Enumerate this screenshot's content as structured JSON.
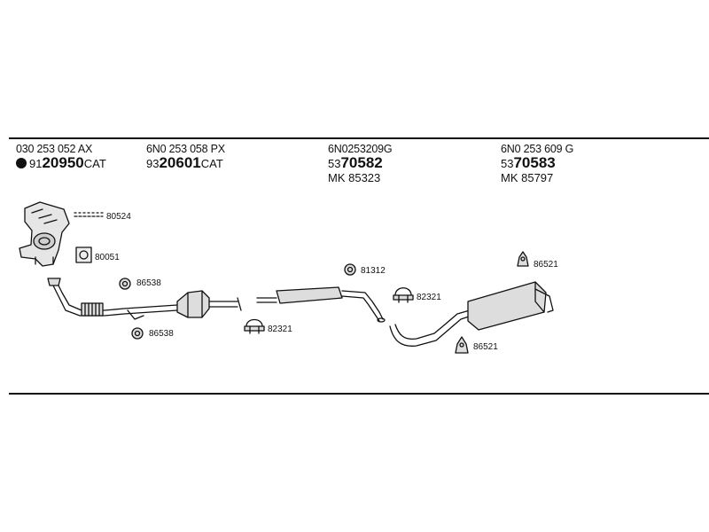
{
  "colors": {
    "ink": "#111111",
    "background": "#ffffff",
    "part_fill": "#d9d9d9"
  },
  "columns": [
    {
      "oem": "030 253 052 AX",
      "prefix": "91",
      "number": "20950",
      "suffix": "CAT",
      "has_dot": true,
      "mk": ""
    },
    {
      "oem": "6N0 253 058 PX",
      "prefix": "93",
      "number": "20601",
      "suffix": "CAT",
      "has_dot": false,
      "mk": ""
    },
    {
      "oem": "6N0253209G",
      "prefix": "53",
      "number": "70582",
      "suffix": "",
      "has_dot": false,
      "mk": "MK  85323"
    },
    {
      "oem": "6N0 253 609 G",
      "prefix": "53",
      "number": "70583",
      "suffix": "",
      "has_dot": false,
      "mk": "MK  85797"
    }
  ],
  "part_labels": {
    "p80524": "80524",
    "p80051": "80051",
    "p86538a": "86538",
    "p86538b": "86538",
    "p82321a": "82321",
    "p81312": "81312",
    "p82321b": "82321",
    "p86521a": "86521",
    "p86521b": "86521"
  }
}
